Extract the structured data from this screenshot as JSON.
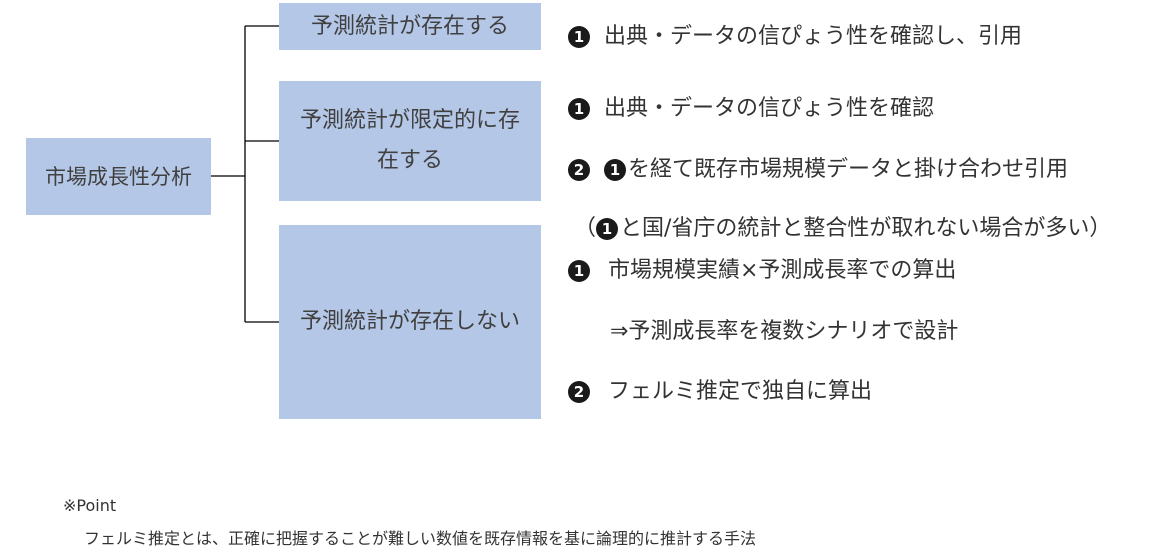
{
  "root": {
    "label": "市場成長性分析"
  },
  "branches": [
    {
      "label": "予測統計が存在する"
    },
    {
      "label": "予測統計が限定的に存在する"
    },
    {
      "label": "予測統計が存在しない"
    }
  ],
  "notes": {
    "b1_n1": {
      "num": "1",
      "text": "出典・データの信ぴょう性を確認し、引用"
    },
    "b2_n1": {
      "num": "1",
      "text": "出典・データの信ぴょう性を確認"
    },
    "b2_n2": {
      "num": "2",
      "ref": "1",
      "text": "を経て既存市場規模データと掛け合わせ引用"
    },
    "b2_note": {
      "open": "（",
      "ref": "1",
      "text": "と国/省庁の統計と整合性が取れない場合が多い）"
    },
    "b3_n1": {
      "num": "1",
      "text": "市場規模実績×予測成長率での算出"
    },
    "b3_sub": {
      "text": "⇒予測成長率を複数シナリオで設計"
    },
    "b3_n2": {
      "num": "2",
      "text": "フェルミ推定で独自に算出"
    }
  },
  "footer": {
    "title": "※Point",
    "body": "フェルミ推定とは、正確に把握することが難しい数値を既存情報を基に論理的に推計する手法"
  },
  "colors": {
    "box_fill": "#b4c7e7",
    "connector": "#000000",
    "number_badge": "#1a1a1a"
  }
}
